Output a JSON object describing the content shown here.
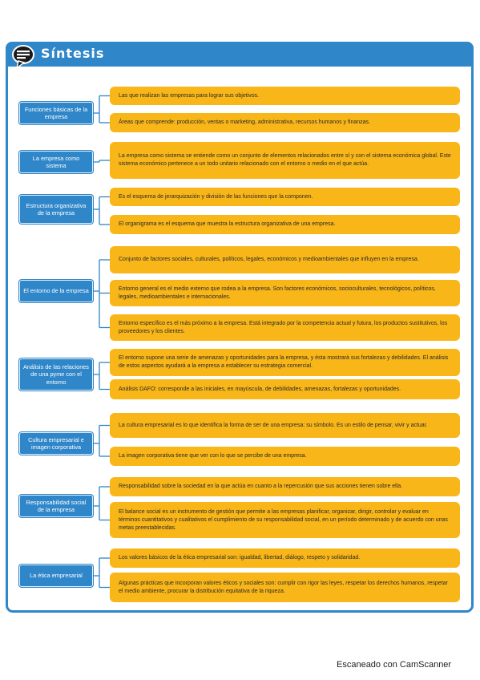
{
  "title": "Síntesis",
  "footer": "Escaneado con CamScanner",
  "accent_color": "#2f86c9",
  "leaf_color": "#f8b619",
  "sections": [
    {
      "topic": "Funciones básicas de la empresa",
      "items": [
        "Las que realizan las empresas para lograr sus objetivos.",
        "Áreas que comprende: producción, ventas o marketing, administrativa, recursos humanos y finanzas."
      ]
    },
    {
      "topic": "La empresa como sistema",
      "items": [
        "La empresa como sistema se entiende como un conjunto de elementos relacionados entre sí y con el sistema económica global. Este sistema económico pertenece a un todo unitario relacionado con el entorno o medio en el que actúa."
      ]
    },
    {
      "topic": "Estructura organizativa de la empresa",
      "items": [
        "Es el esquema de jerarquización y división de las funciones que la componen.",
        "El organigrama es el esquema que muestra la estructura organizativa de una empresa."
      ]
    },
    {
      "topic": "El entorno de la empresa",
      "items": [
        "Conjunto de factores sociales, culturales, políticos, legales, económicos y medioambientales que influyen en la empresa.",
        "Entorno general es el medio externo que rodea a la empresa. Son factores económicos, socioculturales, tecnológicos, políticos, legales, medioambientales e internacionales.",
        "Entorno específico es el más próximo a la empresa. Está integrado por la competencia actual y futura, los productos sustitutivos, los proveedores y los clientes."
      ]
    },
    {
      "topic": "Análisis de las relaciones de una pyme con el entorno",
      "items": [
        "El entorno supone una serie de amenazas y oportunidades para la empresa, y ésta mostrará sus fortalezas y debilidades. El análisis de estos aspectos ayudará a la empresa a establecer su estrategia comercial.",
        "Análisis DAFO: corresponde a las iniciales, en mayúscula, de debilidades, amenazas, fortalezas y oportunidades."
      ]
    },
    {
      "topic": "Cultura empresarial e imagen corporativa",
      "items": [
        "La cultura empresarial es lo que identifica la forma de ser de una empresa: su símbolo. Es un estilo de pensar, vivir y actuar.",
        "La imagen corporativa tiene que ver con lo que se percibe de una empresa."
      ]
    },
    {
      "topic": "Responsabilidad social de la empresa",
      "items": [
        "Responsabilidad sobre la sociedad en la que actúa en cuanto a la repercusión que sus acciones tienen sobre ella.",
        "El balance social es un instrumento de gestión que permite a las empresas planificar, organizar, dirigir, controlar y evaluar en términos cuantitativos y cualitativos el cumplimiento de su responsabilidad social, en un período determinado y de acuerdo con unas metas preestablecidas."
      ]
    },
    {
      "topic": "La ética empresarial",
      "items": [
        "Los valores básicos de la ética empresarial son: igualdad, libertad, diálogo, respeto y solidaridad.",
        "Algunas prácticas que incorporan valores éticos y sociales son: cumplir con rigor las leyes, respetar los derechos humanos, respetar el medio ambiente, procurar la distribución equitativa de la riqueza."
      ]
    }
  ]
}
